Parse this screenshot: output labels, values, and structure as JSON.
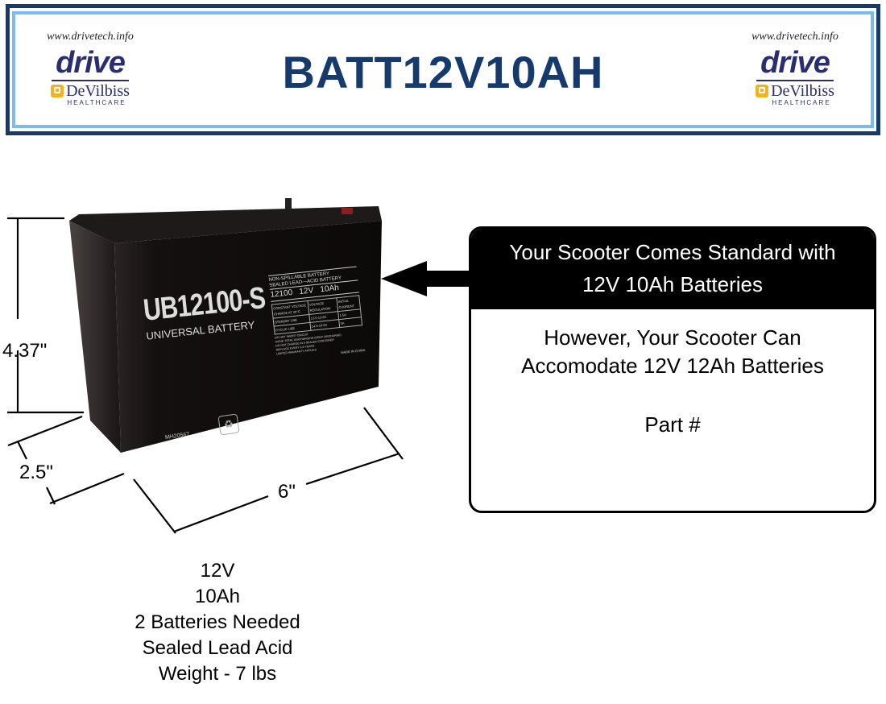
{
  "header": {
    "title": "BATT12V10AH",
    "frame_colors": {
      "outer": "#163a6c",
      "inner": "#7bbce8"
    },
    "logo_left": {
      "url": "www.drivetech.info",
      "brand": "drive",
      "sub_brand": "DeVilbiss",
      "sub_brand_tag": "HEALTHCARE"
    },
    "logo_right": {
      "url": "www.drivetech.info",
      "brand": "drive",
      "sub_brand": "DeVilbiss",
      "sub_brand_tag": "HEALTHCARE"
    }
  },
  "battery": {
    "model": "UB12100-S",
    "brand": "UNIVERSAL BATTERY",
    "label_line1": "NON-SPILLABLE BATTERY",
    "label_line2": "SEALED LEAD—ACID BATTERY",
    "label_spec": "12100   12V   10Ah",
    "table_headers": [
      "CONSTANT VOLTAGE CHARGE AT 20°C",
      "VOLTAGE REGULATION",
      "INITIAL CURRENT"
    ],
    "table_rows": [
      [
        "STANDBY USE",
        "13.5-13.8V",
        "1.5A"
      ],
      [
        "CYCLIC USE",
        "14.5-14.9V",
        "3A"
      ]
    ],
    "warnings": [
      "DO NOT SHORT CIRCUIT",
      "AVOID TOTAL DISCHARGING (DEEP DISCHARGE)",
      "DO NOT CHARGE IN A SEALED CONTAINER",
      "REPLACE EVERY 3-5 YEARS",
      "LIMITED WARRANTY APPLIES"
    ],
    "origin": "MADE IN CHINA",
    "cert": "MH20567",
    "dimensions": {
      "height": "4.37\"",
      "depth": "2.5\"",
      "width": "6\""
    }
  },
  "callout": {
    "head_line1": "Your Scooter Comes Standard with",
    "head_line2": "12V 10Ah Batteries",
    "body_line1": "However, Your Scooter Can",
    "body_line2": "Accomodate 12V 12Ah Batteries",
    "part_label": "Part #"
  },
  "specs": [
    "12V",
    "10Ah",
    "2 Batteries Needed",
    "Sealed Lead Acid",
    "Weight - 7 lbs"
  ]
}
